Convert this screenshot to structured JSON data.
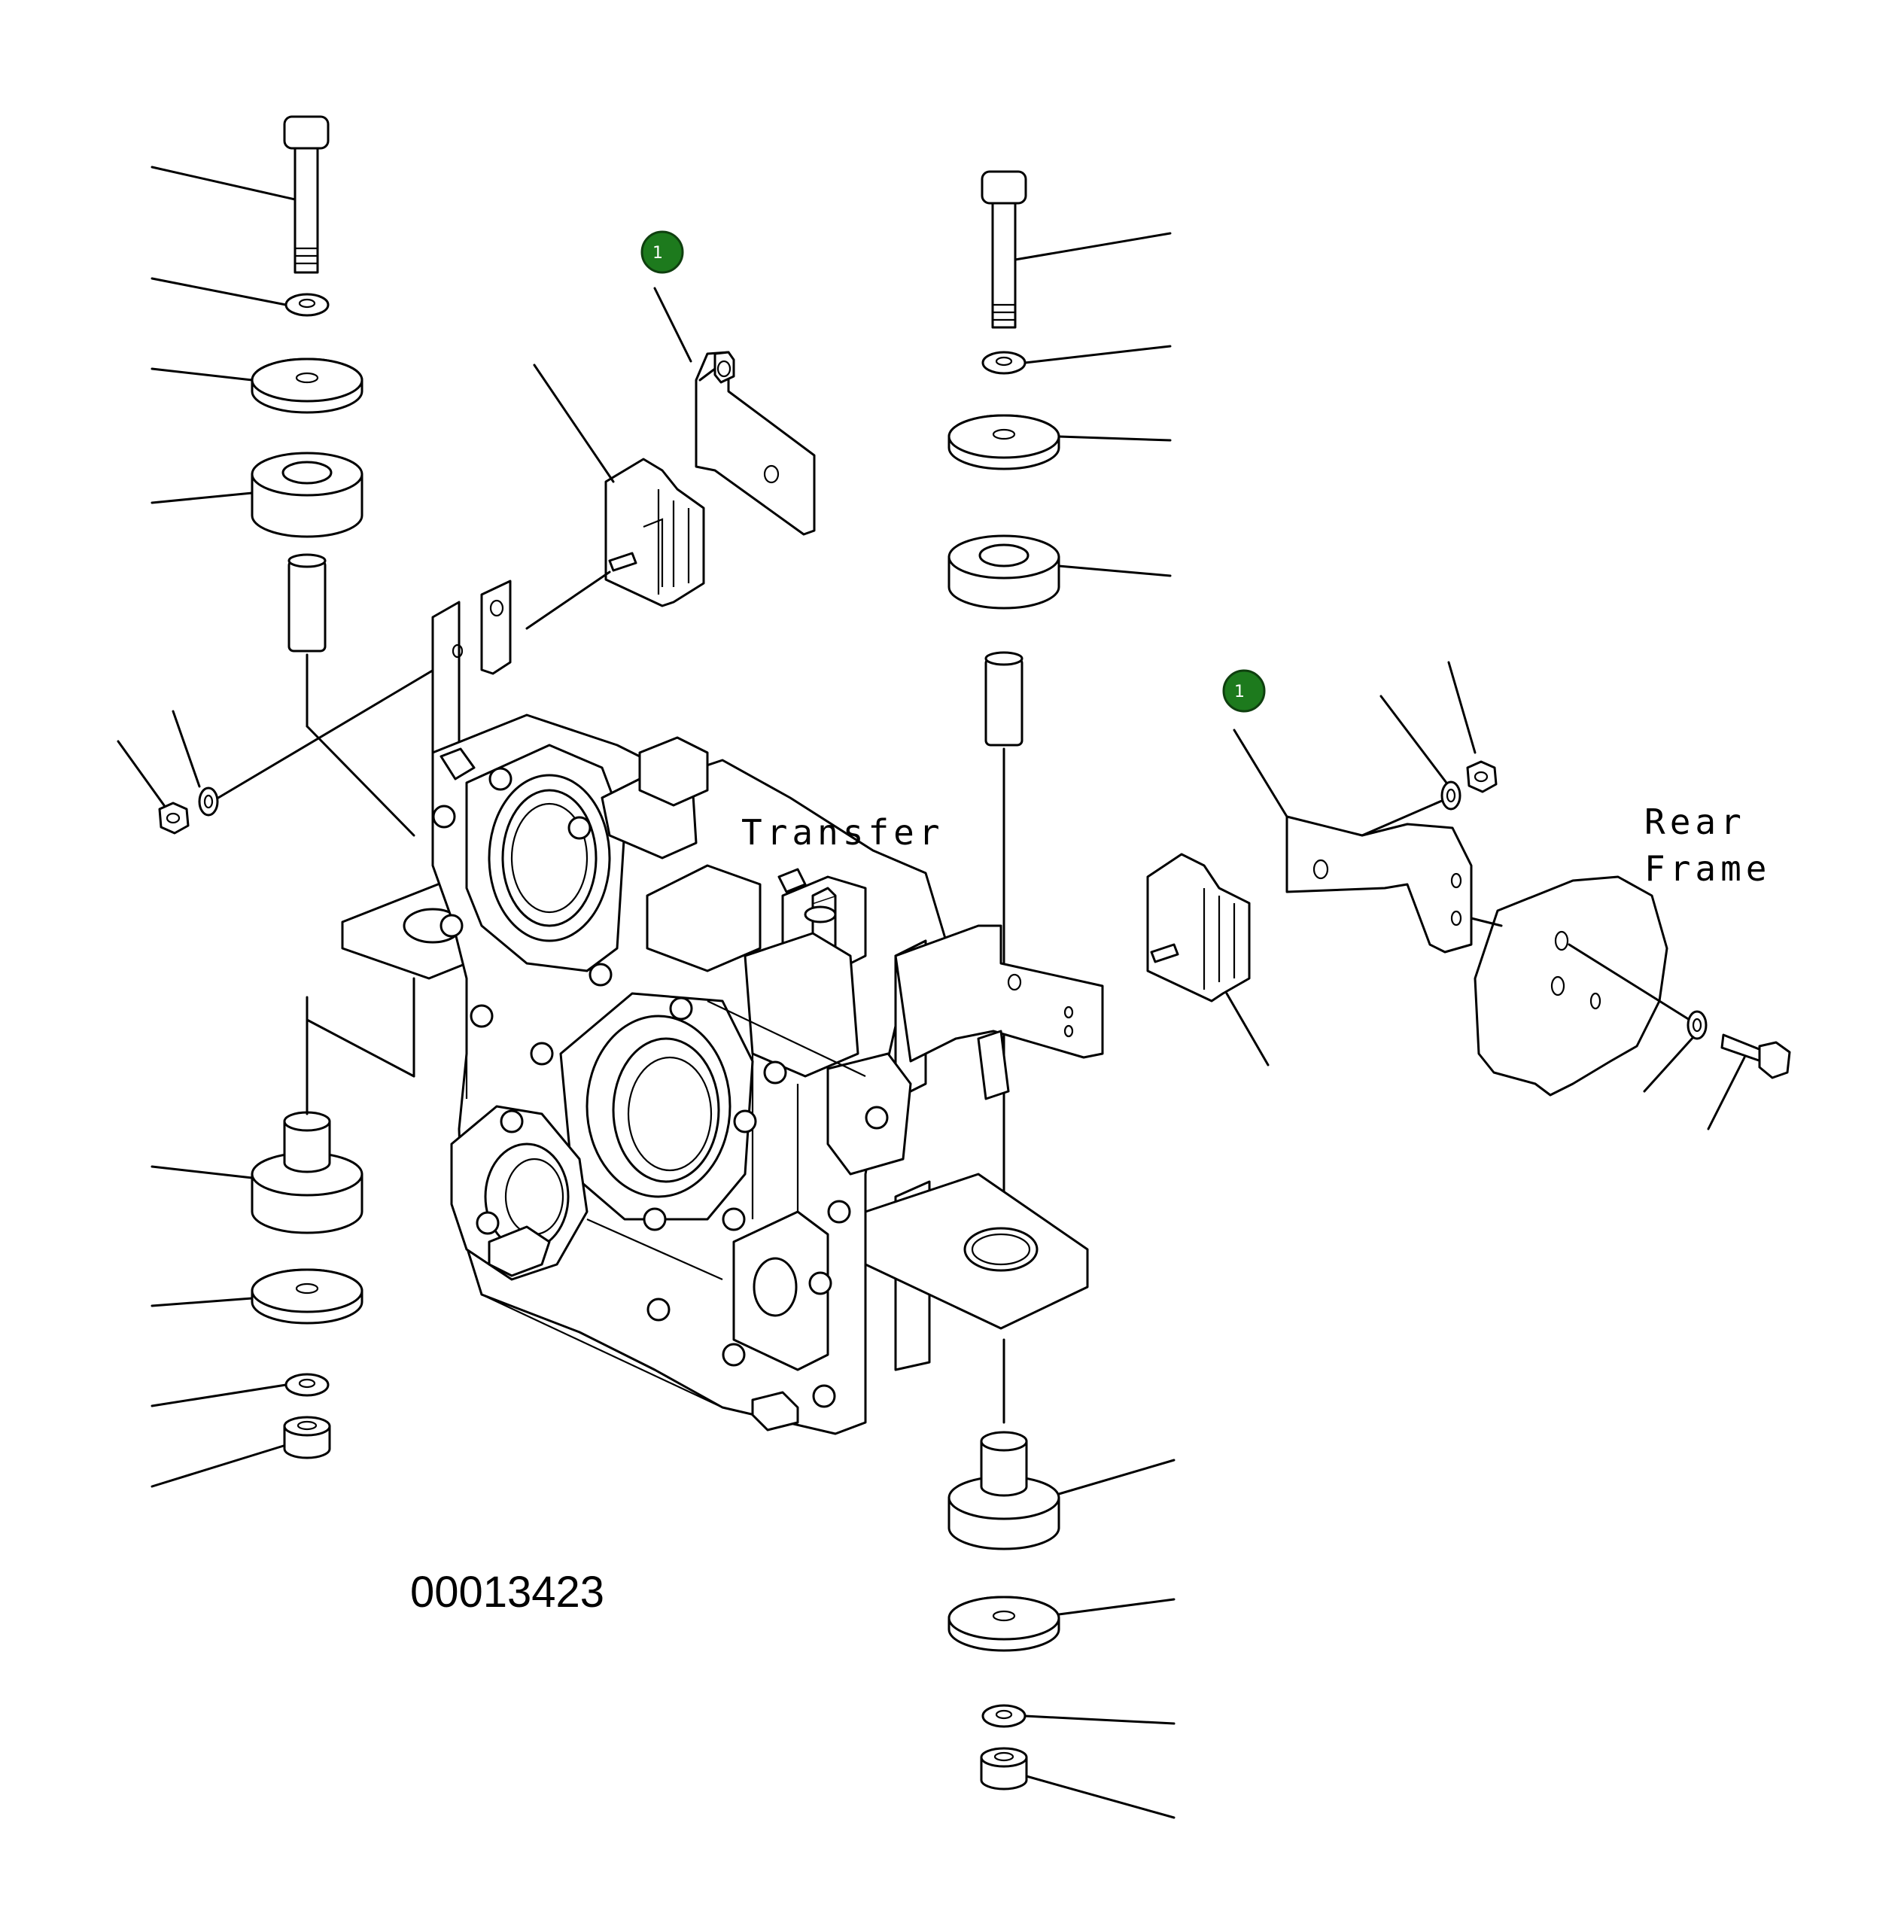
{
  "diagram": {
    "figure_number": "00013423",
    "labels": {
      "transfer": "Transfer",
      "rear_line1": "Rear",
      "rear_line2": "Frame"
    },
    "callouts": [
      {
        "number": "1",
        "color": "#1d7a1d"
      },
      {
        "number": "1",
        "color": "#1d7a1d"
      }
    ]
  }
}
